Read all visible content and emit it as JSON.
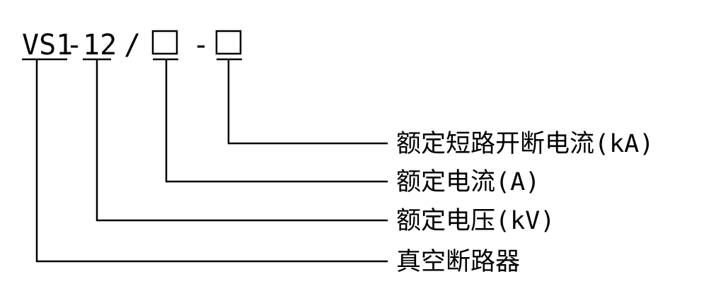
{
  "model_code": {
    "series": "VS1",
    "dash1": "-",
    "voltage": "12",
    "slash": "/",
    "dash2": "-"
  },
  "labels": {
    "breaking_current": "额定短路开断电流(kA)",
    "rated_current": "额定电流(A)",
    "rated_voltage": "额定电压(kV)",
    "product_type": "真空断路器"
  }
}
